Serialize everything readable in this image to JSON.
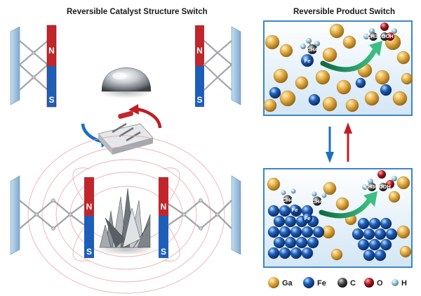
{
  "titles": {
    "left": "Reversible Catalyst Structure Switch",
    "right": "Reversible Product Switch"
  },
  "magnet": {
    "north": "N",
    "south": "S"
  },
  "molecules": {
    "ch4": "CH4",
    "ch3cooh": "CH3COOH",
    "fe": "Fe"
  },
  "legend": [
    {
      "symbol": "Ga",
      "color": "#e8b24a"
    },
    {
      "symbol": "Fe",
      "color": "#1d5fb8"
    },
    {
      "symbol": "C",
      "color": "#4a4a4a"
    },
    {
      "symbol": "O",
      "color": "#b01820"
    },
    {
      "symbol": "H",
      "color": "#9ec4d8"
    }
  ],
  "colors": {
    "plate": "#9cc2de",
    "north": "#c0262b",
    "south": "#1d5fb8",
    "arrow_green": "#1f8a60",
    "arrow_red": "#c01d25",
    "arrow_blue": "#1a6fc0"
  }
}
